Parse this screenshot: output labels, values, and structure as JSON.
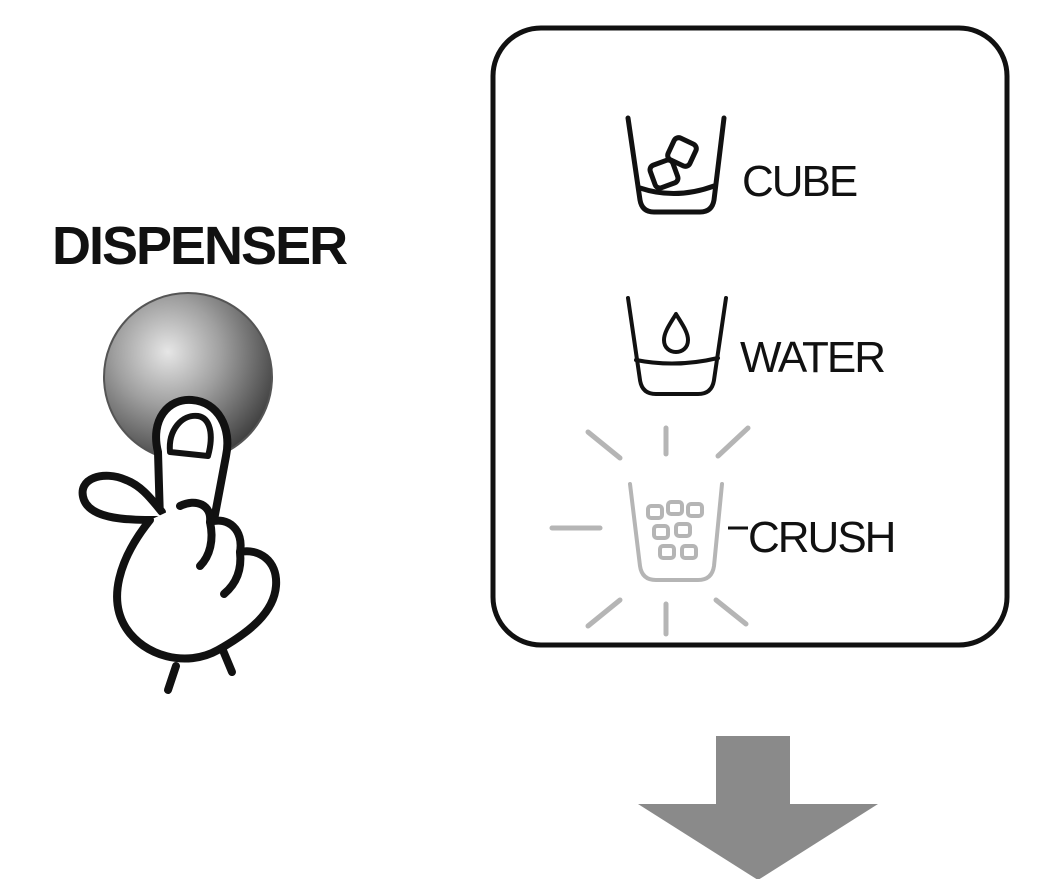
{
  "button": {
    "label": "DISPENSER"
  },
  "panel": {
    "options": [
      {
        "label": "CUBE",
        "icon": "ice-cube-cup-icon",
        "state": "normal"
      },
      {
        "label": "WATER",
        "icon": "water-cup-icon",
        "state": "normal"
      },
      {
        "label": "CRUSH",
        "icon": "crushed-ice-cup-icon",
        "state": "selected-blinking"
      }
    ]
  },
  "colors": {
    "line": "#111111",
    "faded": "#b5b5b5",
    "arrow": "#8a8a8a",
    "button_light": "#d8d8d8",
    "button_dark": "#4a4a4a"
  }
}
